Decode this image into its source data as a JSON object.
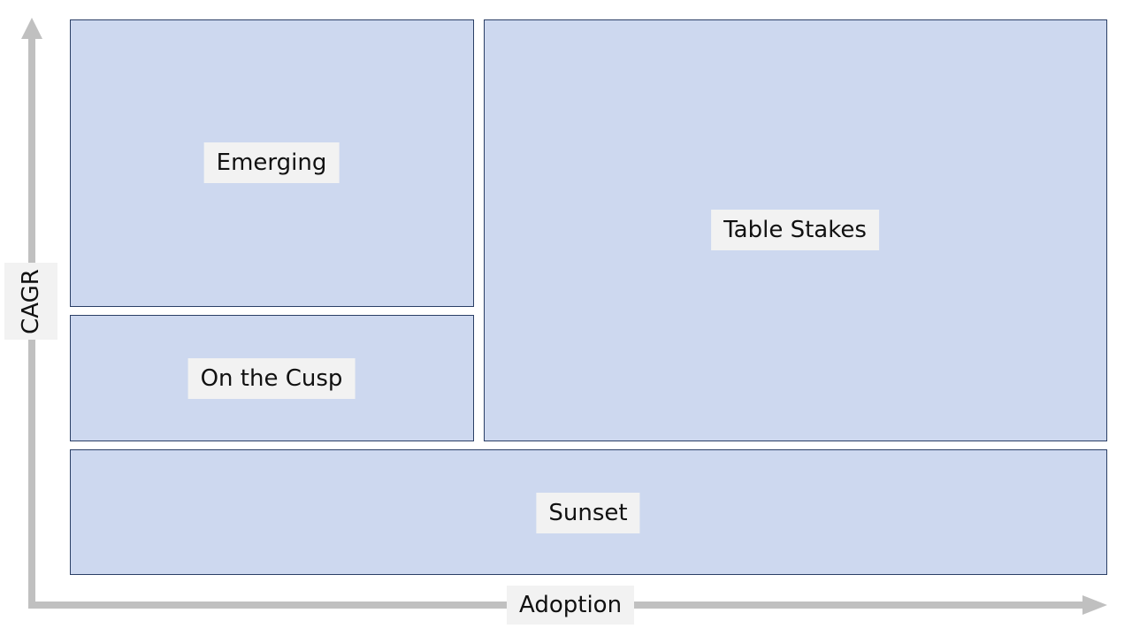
{
  "colors": {
    "quadrant_fill": "#cdd8ef",
    "quadrant_border": "#2b3f66",
    "label_background": "#f2f2f2",
    "axis_arrow": "#c0c0c0"
  },
  "axes": {
    "x_label": "Adoption",
    "y_label": "CAGR"
  },
  "quadrants": {
    "emerging": "Emerging",
    "on_the_cusp": "On the Cusp",
    "table_stakes": "Table Stakes",
    "sunset": "Sunset"
  }
}
